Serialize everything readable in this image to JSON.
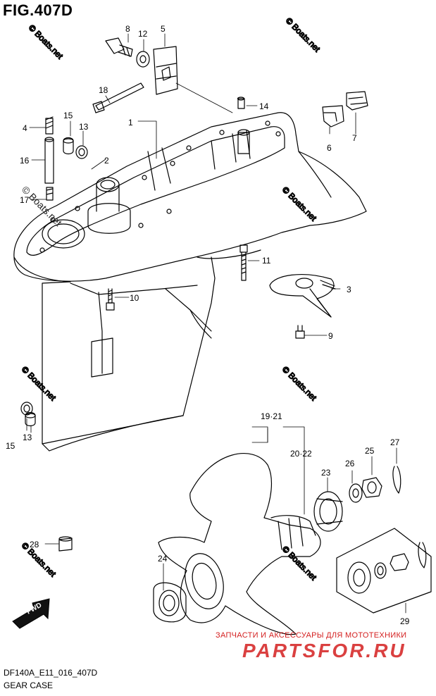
{
  "figure_title": "FIG.407D",
  "footer": {
    "code": "DF140A_E11_016_407D",
    "name": "GEAR CASE"
  },
  "watermark": "© Boats.net",
  "promo": {
    "tagline": "ЗАПЧАСТИ И АКСЕССУАРЫ ДЛЯ МОТОТЕХНИКИ",
    "logo": "PARTSFOR.RU"
  },
  "fwd_label": "FWD",
  "part_labels": {
    "p1": "1",
    "p2": "2",
    "p3": "3",
    "p4": "4",
    "p5": "5",
    "p6": "6",
    "p7": "7",
    "p8": "8",
    "p9": "9",
    "p10": "10",
    "p11": "11",
    "p12": "12",
    "p13a": "13",
    "p13b": "13",
    "p14": "14",
    "p15a": "15",
    "p15b": "15",
    "p16": "16",
    "p17": "17",
    "p18": "18",
    "p19_21": "19·21",
    "p20_22": "20·22",
    "p23": "23",
    "p24": "24",
    "p25": "25",
    "p26": "26",
    "p27": "27",
    "p28": "28",
    "p29": "29"
  },
  "colors": {
    "line": "#000000",
    "watermark": "#c8c8c8",
    "promo": "#d41f1f"
  }
}
